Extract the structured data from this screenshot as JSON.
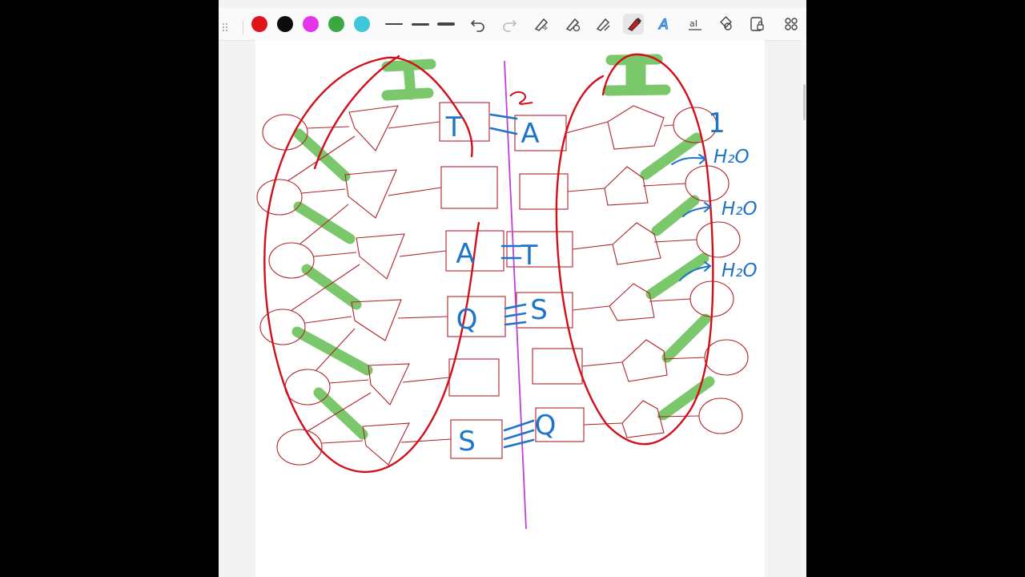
{
  "toolbar": {
    "colors": [
      "#e0131b",
      "#0c0c0c",
      "#e535e9",
      "#39a840",
      "#3ec6d9"
    ],
    "line_widths": [
      "thin",
      "medium",
      "thick"
    ],
    "tools": [
      {
        "name": "undo-icon",
        "glyph": "↶"
      },
      {
        "name": "redo-icon",
        "glyph": "↷"
      },
      {
        "name": "lasso-select-icon",
        "glyph": "✎"
      },
      {
        "name": "ink-to-shape-icon",
        "glyph": "✐"
      },
      {
        "name": "pen-tool-icon",
        "glyph": "✏"
      },
      {
        "name": "highlighter-icon",
        "glyph": "🖍"
      },
      {
        "name": "text-style-icon",
        "glyph": "A"
      },
      {
        "name": "ink-to-text-icon",
        "glyph": "aI"
      },
      {
        "name": "shapes-icon",
        "glyph": "◇"
      },
      {
        "name": "lock-icon",
        "glyph": "🔒"
      },
      {
        "name": "more-apps-icon",
        "glyph": "⊞"
      }
    ]
  },
  "drawing": {
    "roman_left": "I",
    "roman_right": "II",
    "pairs": [
      {
        "left": "T",
        "right": "A",
        "bonds": "2"
      },
      {
        "left": "",
        "right": "",
        "bonds": "0"
      },
      {
        "left": "A",
        "right": "T",
        "bonds": "2"
      },
      {
        "left": "Q",
        "right": "S",
        "bonds": "3"
      },
      {
        "left": "",
        "right": "",
        "bonds": "0"
      },
      {
        "left": "S",
        "right": "Q",
        "bonds": "3"
      }
    ],
    "annotation_one": "1",
    "water_labels": [
      "H₂O",
      "H₂O",
      "H₂O"
    ],
    "squiggle": "2"
  }
}
